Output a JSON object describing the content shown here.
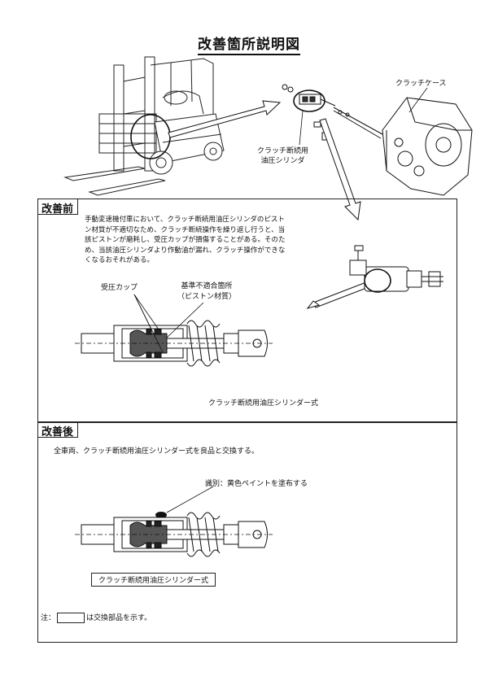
{
  "title": "改善箇所説明図",
  "top": {
    "clutch_case_label": "クラッチケース",
    "cylinder_label_line1": "クラッチ断続用",
    "cylinder_label_line2": "油圧シリンダ"
  },
  "before": {
    "heading": "改善前",
    "desc_lines": [
      "手動変速機付車において、クラッチ断続用油圧シリンダのピスト",
      "ン材質が不適切なため、クラッチ断続操作を繰り返し行うと、当",
      "該ピストンが磨耗し、受圧カップが損傷することがある。そのた",
      "め、当該油圧シリンダより作動油が漏れ、クラッチ操作ができな",
      "くなるおそれがある。"
    ],
    "cup_label": "受圧カップ",
    "nonconform_label": "基準不適合箇所",
    "nonconform_sub": "（ピストン材質）",
    "caption": "クラッチ断続用油圧シリンダー式"
  },
  "after": {
    "heading": "改善後",
    "desc": "全車両、クラッチ断続用油圧シリンダー式を良品と交換する。",
    "identify_label": "識別：黄色ペイントを塗布する",
    "caption": "クラッチ断続用油圧シリンダー式"
  },
  "note": {
    "prefix": "注：",
    "suffix": "は交換部品を示す。"
  }
}
